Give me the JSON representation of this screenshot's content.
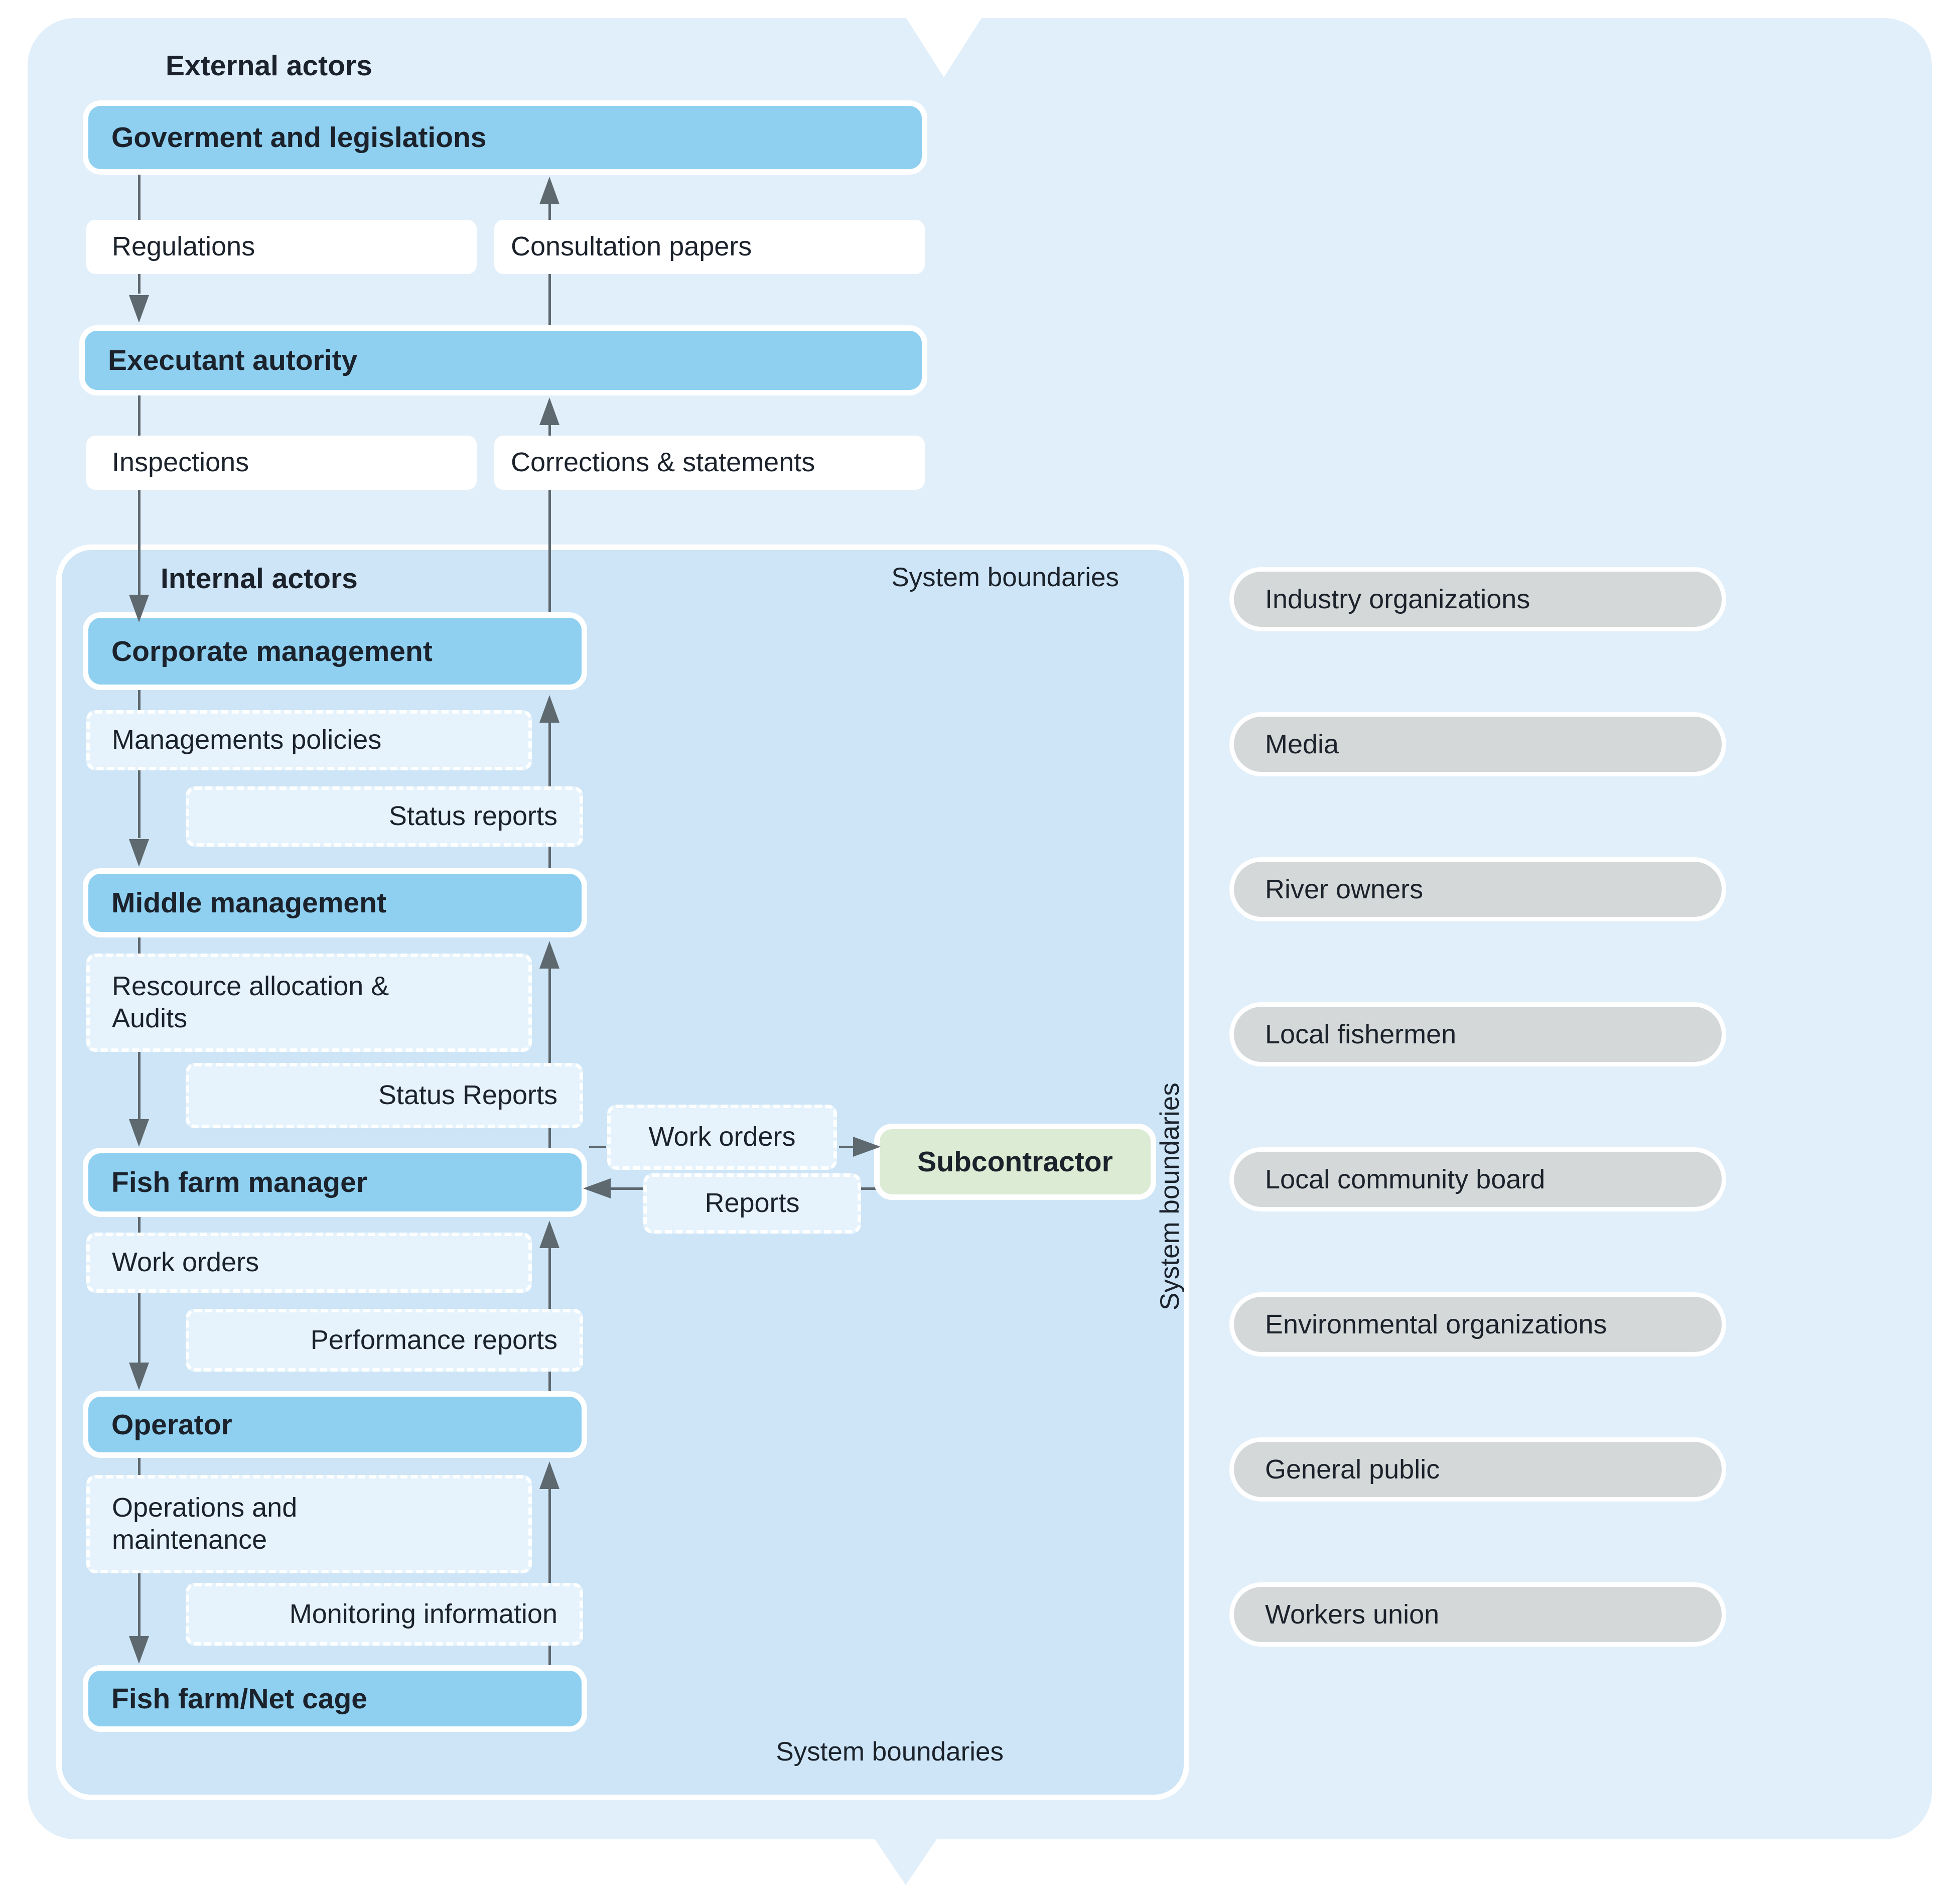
{
  "diagram_title": "Fish farm actors and system boundaries diagram",
  "colors": {
    "outer_background": "#e1effa",
    "inner_background": "#cde5f6",
    "actor_box_blue": "#8fd0f1",
    "flow_label_inner": "#e6f3fc",
    "subcontractor_green": "#dcebd3",
    "stakeholder_pill_gray": "#d4d8d8",
    "arrow_gray": "#5d686f",
    "text_ink": "#1b222b"
  },
  "external": {
    "heading": "External actors",
    "government_box": "Goverment and legislations",
    "authority_box": "Executant autority",
    "flow_regulations": "Regulations",
    "flow_consultation": "Consultation papers",
    "flow_inspections": "Inspections",
    "flow_corrections": "Corrections & statements"
  },
  "internal": {
    "heading": "Internal actors",
    "boundary_top": "System boundaries",
    "boundary_side": "System boundaries",
    "boundary_bottom": "System boundaries",
    "box_corporate": "Corporate management",
    "box_middle": "Middle management",
    "box_fish_farm_manager": "Fish farm manager",
    "box_operator": "Operator",
    "box_fish_farm_net_cage": "Fish farm/Net cage",
    "flow_management_policies": "Managements policies",
    "flow_status_reports_1": "Status reports",
    "flow_resource_allocation": "Rescource allocation &\nAudits",
    "flow_status_reports_2": "Status Reports",
    "flow_work_orders_down": "Work orders",
    "flow_performance_reports": "Performance reports",
    "flow_operations_maintenance": "Operations and\nmaintenance",
    "flow_monitoring_information": "Monitoring information"
  },
  "subcontractor": {
    "box": "Subcontractor",
    "flow_work_orders": "Work orders",
    "flow_reports": "Reports"
  },
  "stakeholders": [
    "Industry organizations",
    "Media",
    "River owners",
    "Local fishermen",
    "Local community board",
    "Environmental organizations",
    "General public",
    "Workers union"
  ]
}
